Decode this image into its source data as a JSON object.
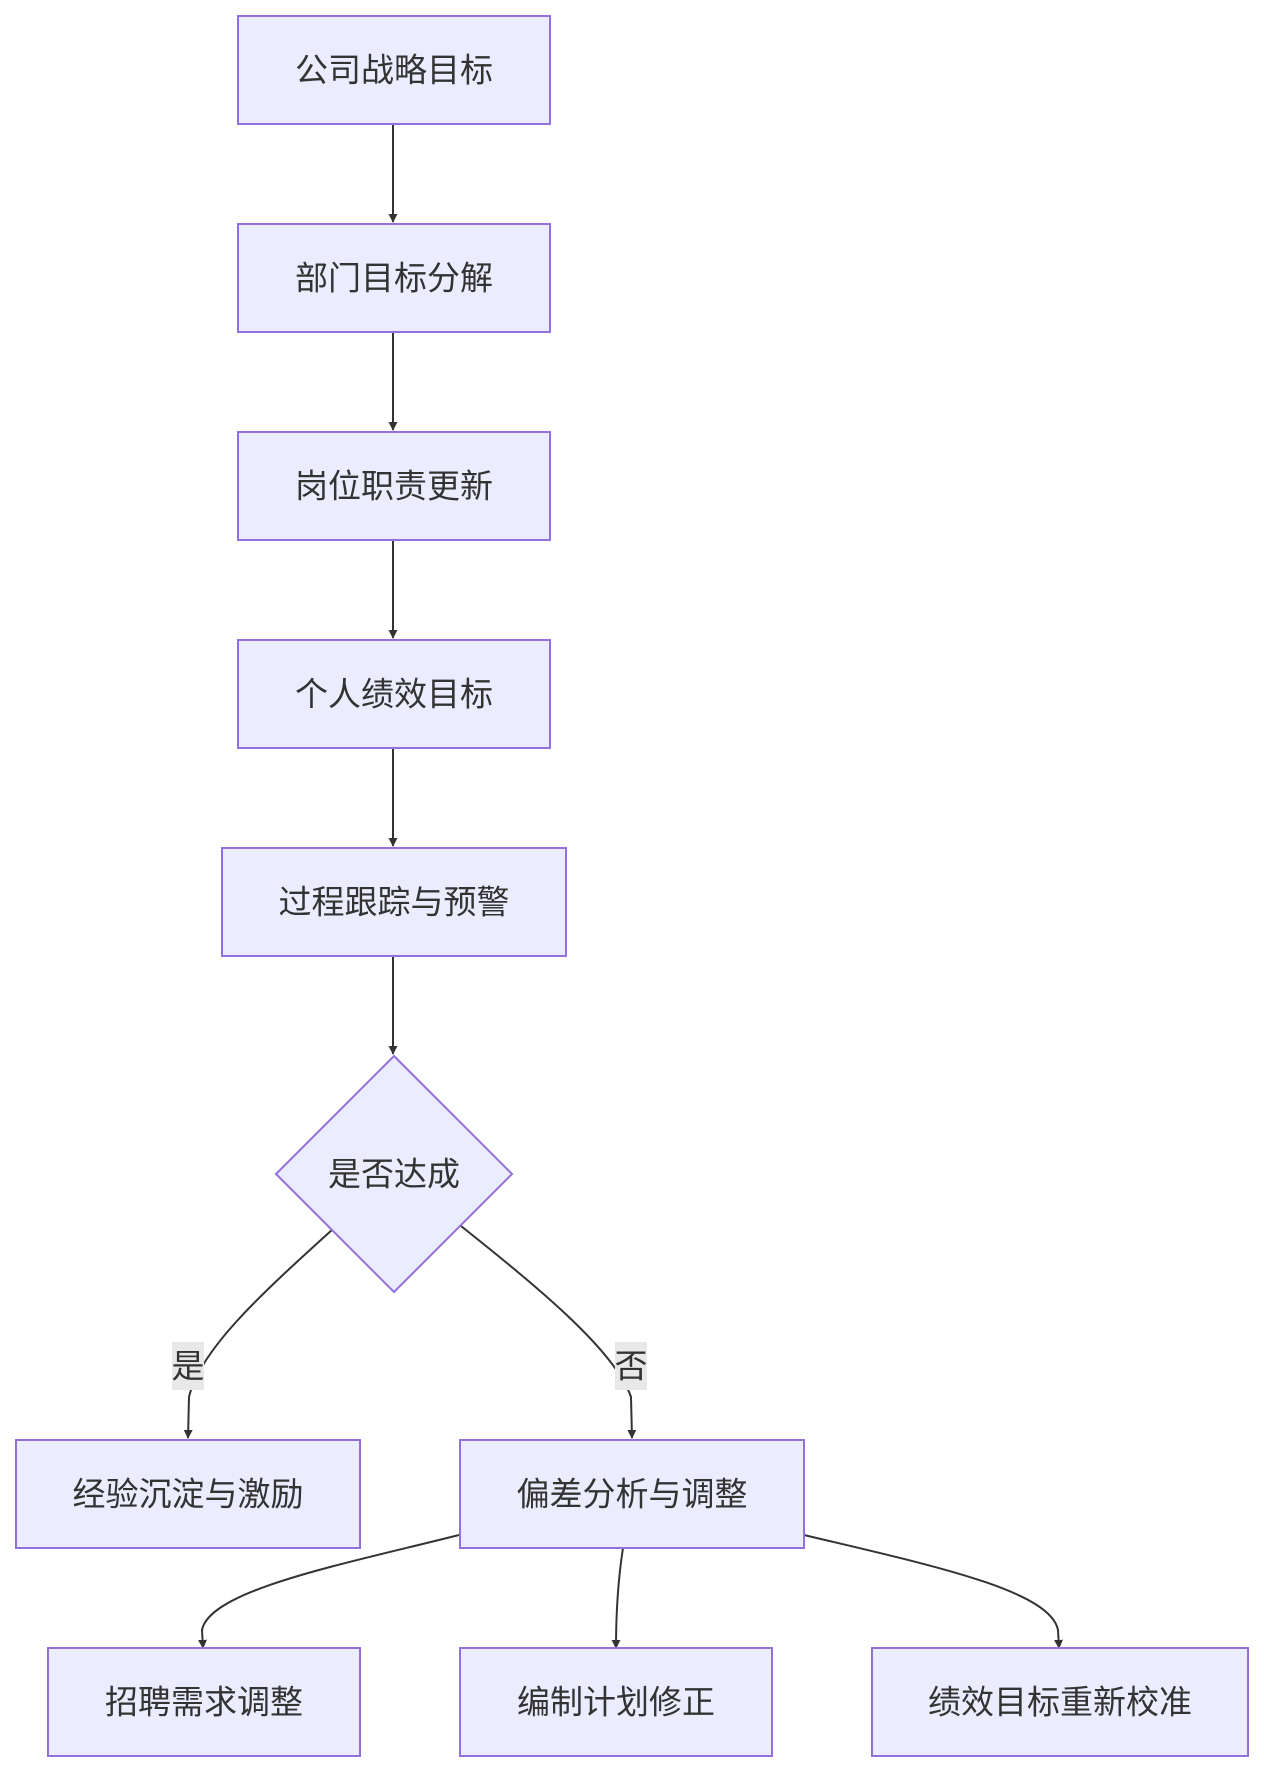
{
  "nodes": {
    "strategy": "公司战略目标",
    "dept": "部门目标分解",
    "post": "岗位职责更新",
    "personal": "个人绩效目标",
    "tracking": "过程跟踪与预警",
    "decision": "是否达成",
    "experience": "经验沉淀与激励",
    "deviation": "偏差分析与调整",
    "recruit": "招聘需求调整",
    "plan": "编制计划修正",
    "recalibrate": "绩效目标重新校准"
  },
  "edge_labels": {
    "yes": "是",
    "no": "否"
  },
  "colors": {
    "node_fill": "#ECECFF",
    "node_stroke": "#9370DB",
    "edge": "#333333",
    "label_bg": "#e8e8e8",
    "text": "#333333"
  }
}
